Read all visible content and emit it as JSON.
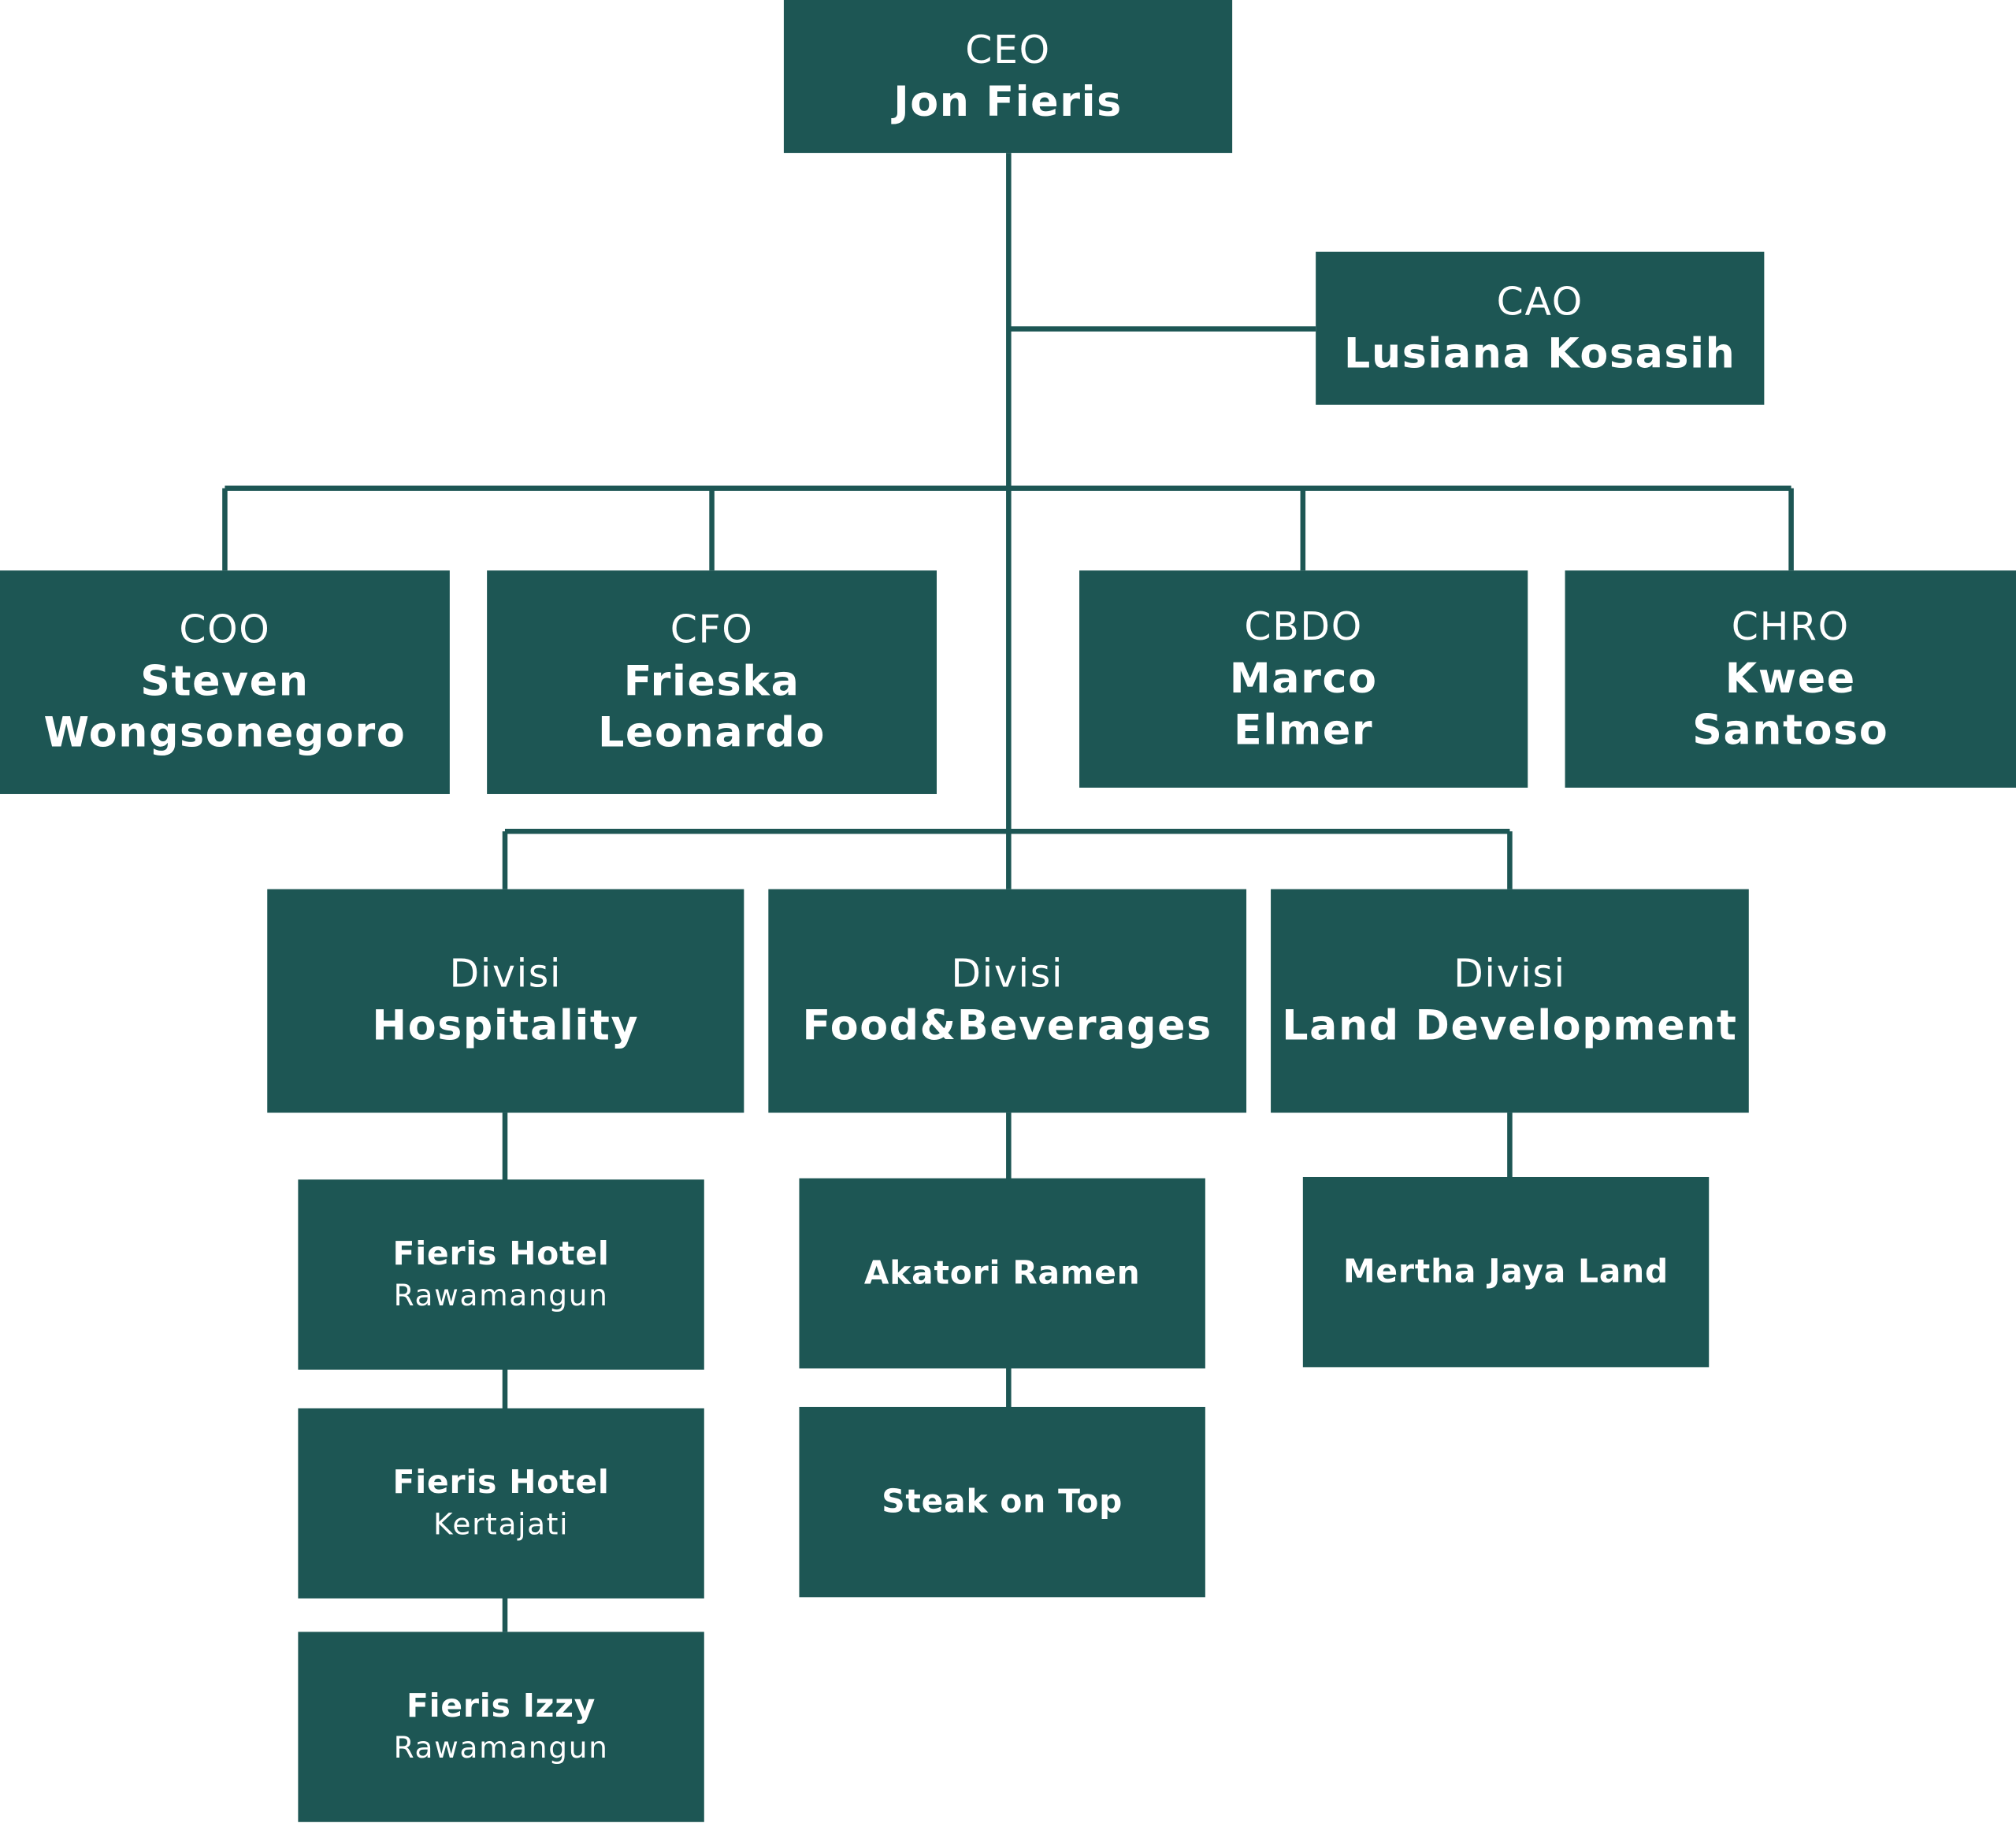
{
  "ceo": {
    "role": "CEO",
    "name": "Jon Fieris"
  },
  "cao": {
    "role": "CAO",
    "name": "Lusiana Kosasih"
  },
  "executives": [
    {
      "role": "COO",
      "name_line1": "Steven",
      "name_line2": "Wongsonegoro"
    },
    {
      "role": "CFO",
      "name_line1": "Frieska",
      "name_line2": "Leonardo"
    },
    {
      "role": "CBDO",
      "name_line1": "Marco",
      "name_line2": "Elmer"
    },
    {
      "role": "CHRO",
      "name_line1": "Kwee",
      "name_line2": "Santoso"
    }
  ],
  "divisions": [
    {
      "label": "Divisi",
      "name": "Hospitality",
      "units": [
        {
          "name": "Fieris Hotel",
          "location": "Rawamangun"
        },
        {
          "name": "Fieris Hotel",
          "location": "Kertajati"
        },
        {
          "name": "Fieris Izzy",
          "location": "Rawamangun"
        }
      ]
    },
    {
      "label": "Divisi",
      "name": "Food&Beverages",
      "units": [
        {
          "name": "Akatori Ramen"
        },
        {
          "name": "Steak on Top"
        }
      ]
    },
    {
      "label": "Divisi",
      "name": "Land Development",
      "units": [
        {
          "name": "Mertha Jaya Land"
        }
      ]
    }
  ],
  "colors": {
    "box": "#1d5654",
    "line": "#1d5654",
    "text": "#ffffff"
  }
}
